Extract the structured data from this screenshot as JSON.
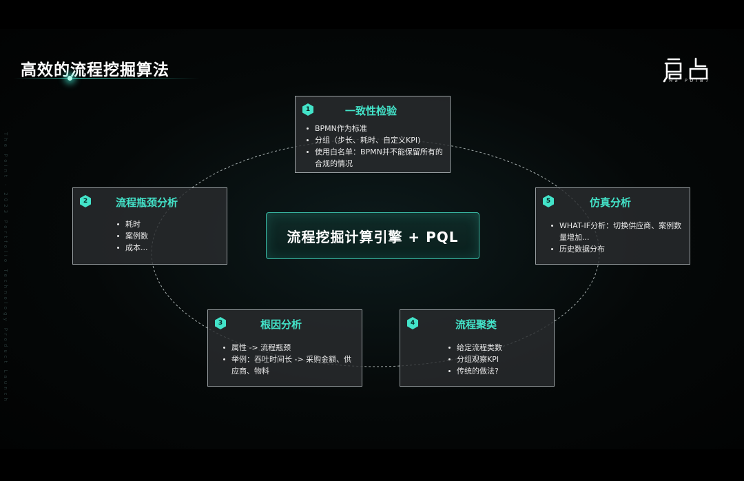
{
  "title": "高效的流程挖掘算法",
  "logo": {
    "text": "启点",
    "subtitle": "THE POINT"
  },
  "side_text": "The Point · 2023 Portfolio Technology Product Launch",
  "center": "流程挖掘计算引擎 + PQL",
  "cards": [
    {
      "number": "1",
      "title": "一致性检验",
      "items": [
        "BPMN作为标准",
        "分组（步长、耗时、自定义KPI)",
        "使用白名单：BPMN并不能保留所有的合规的情况"
      ]
    },
    {
      "number": "2",
      "title": "流程瓶颈分析",
      "items": [
        "耗时",
        "案例数",
        "成本..."
      ]
    },
    {
      "number": "5",
      "title": "仿真分析",
      "items": [
        "WHAT-IF分析：切换供应商、案例数量增加...",
        "历史数据分布"
      ]
    },
    {
      "number": "3",
      "title": "根因分析",
      "items": [
        "属性 -> 流程瓶颈",
        "举例：吞吐时间长 -> 采购金额、供应商、物料"
      ]
    },
    {
      "number": "4",
      "title": "流程聚类",
      "items": [
        "给定流程类数",
        "分组观察KPI",
        "传统的做法?"
      ]
    }
  ],
  "colors": {
    "accent": "#43e3c9",
    "card_bg": "#2a2c2e",
    "card_border": "#9aa0a3"
  }
}
